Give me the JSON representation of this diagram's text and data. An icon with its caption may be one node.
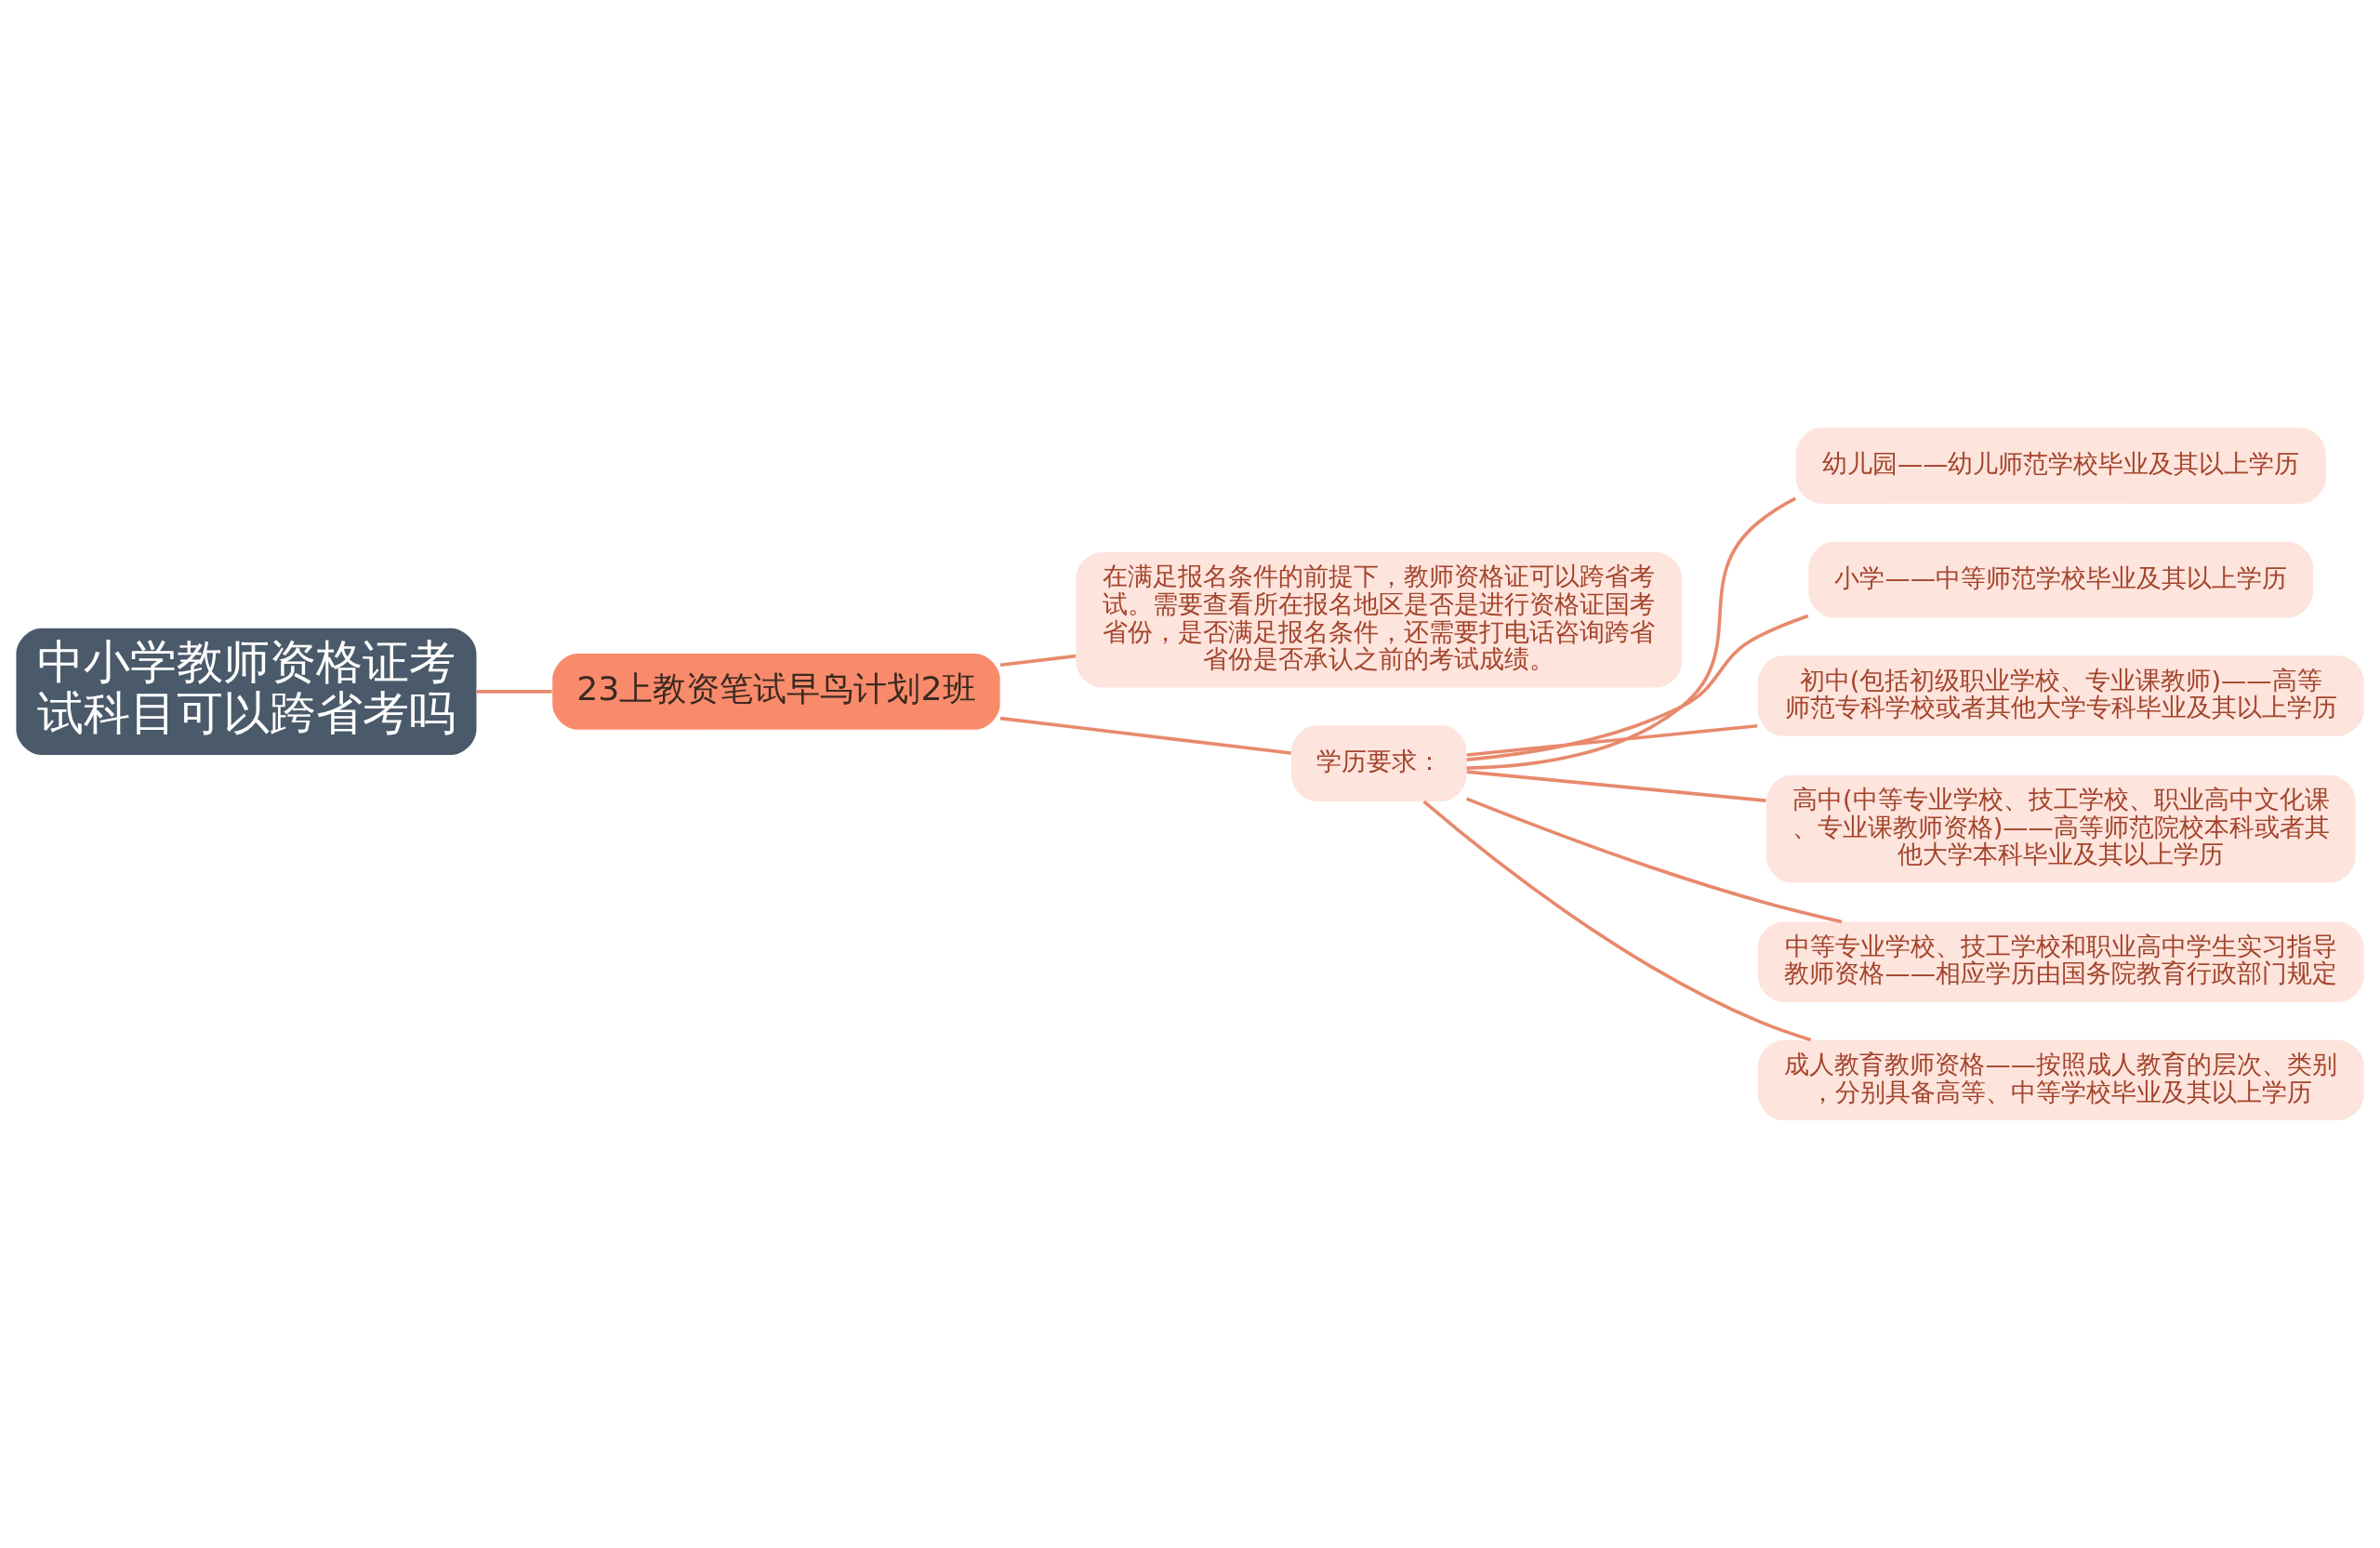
{
  "diagram": {
    "nodes": [
      {
        "text": [
          "中小学教师资格证考试科目可以跨省考吗"
        ]
      },
      {
        "text": [
          "23上教资笔试早鸟计划2班"
        ]
      },
      {
        "text": [
          "在满足报名条件的前提下，教师资格证可以跨省考试。需要查看所在报名地区是否是进行资格证国考省份，是否满足报名条件，还需要打电话咨询跨省省份是否承认之前的考试成绩。"
        ]
      },
      {
        "text": [
          "学历要求："
        ]
      },
      {
        "text": [
          "幼儿园——幼儿师范学校毕业及其以上学历"
        ]
      },
      {
        "text": [
          "小学——中等师范学校毕业及其以上学历"
        ]
      },
      {
        "text": [
          "初中(包括初级职业学校、专业课教师)——高等师范专科学校或者其他大学专科毕业及其以上学历"
        ]
      },
      {
        "text": [
          "高中(中等专业学校、技工学校、职业高中文化课、专业课教师资格)——高等师范院校本科或者其他大学本科毕业及其以上学历"
        ]
      },
      {
        "text": [
          "中等专业学校、技工学校和职业高中学生实习指导教师资格——相应学历由国务院教育行政部门规定"
        ]
      },
      {
        "text": [
          "成人教育教师资格——按照成人教育的层次、类别，分别具备高等、中等学校毕业及其以上学历"
        ]
      }
    ],
    "edges": [
      {
        "from": 0,
        "to": 1,
        "arrow": "none"
      },
      {
        "from": 1,
        "to": 2,
        "arrow": "none"
      },
      {
        "from": 1,
        "to": 3,
        "arrow": "none"
      },
      {
        "from": 3,
        "to": 4,
        "arrow": "none"
      },
      {
        "from": 3,
        "to": 5,
        "arrow": "none"
      },
      {
        "from": 3,
        "to": 6,
        "arrow": "none"
      },
      {
        "from": 3,
        "to": 7,
        "arrow": "none"
      },
      {
        "from": 3,
        "to": 8,
        "arrow": "none"
      },
      {
        "from": 3,
        "to": 9,
        "arrow": "none"
      }
    ]
  }
}
